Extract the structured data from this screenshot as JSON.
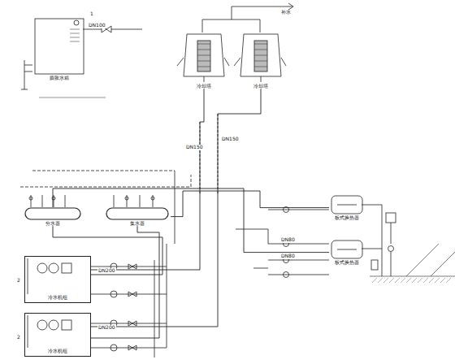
{
  "diagram": {
    "nodes": [
      {
        "text": [
          "膨胀水箱"
        ]
      },
      {
        "text": [
          "冷却塔"
        ]
      },
      {
        "text": [
          "冷却塔"
        ]
      },
      {
        "text": [
          "分水器"
        ]
      },
      {
        "text": [
          "集水器"
        ]
      },
      {
        "text": [
          "冷水机组"
        ]
      },
      {
        "text": [
          "冷水机组"
        ]
      },
      {
        "text": [
          "板式换热器"
        ]
      },
      {
        "text": [
          "板式换热器"
        ]
      }
    ],
    "edges": [
      {
        "from": 1,
        "to": 5,
        "arrow": "none"
      },
      {
        "from": 2,
        "to": 6,
        "arrow": "none"
      },
      {
        "from": 5,
        "to": 3,
        "arrow": "none"
      },
      {
        "from": 6,
        "to": 4,
        "arrow": "none"
      },
      {
        "from": 4,
        "to": 7,
        "arrow": "none"
      },
      {
        "from": 3,
        "to": 8,
        "arrow": "none"
      }
    ],
    "labels": [
      "1",
      "补水",
      "DN100",
      "DN150",
      "DN150",
      "DN200",
      "DN200",
      "DN80",
      "DN80",
      "2",
      "2"
    ]
  }
}
